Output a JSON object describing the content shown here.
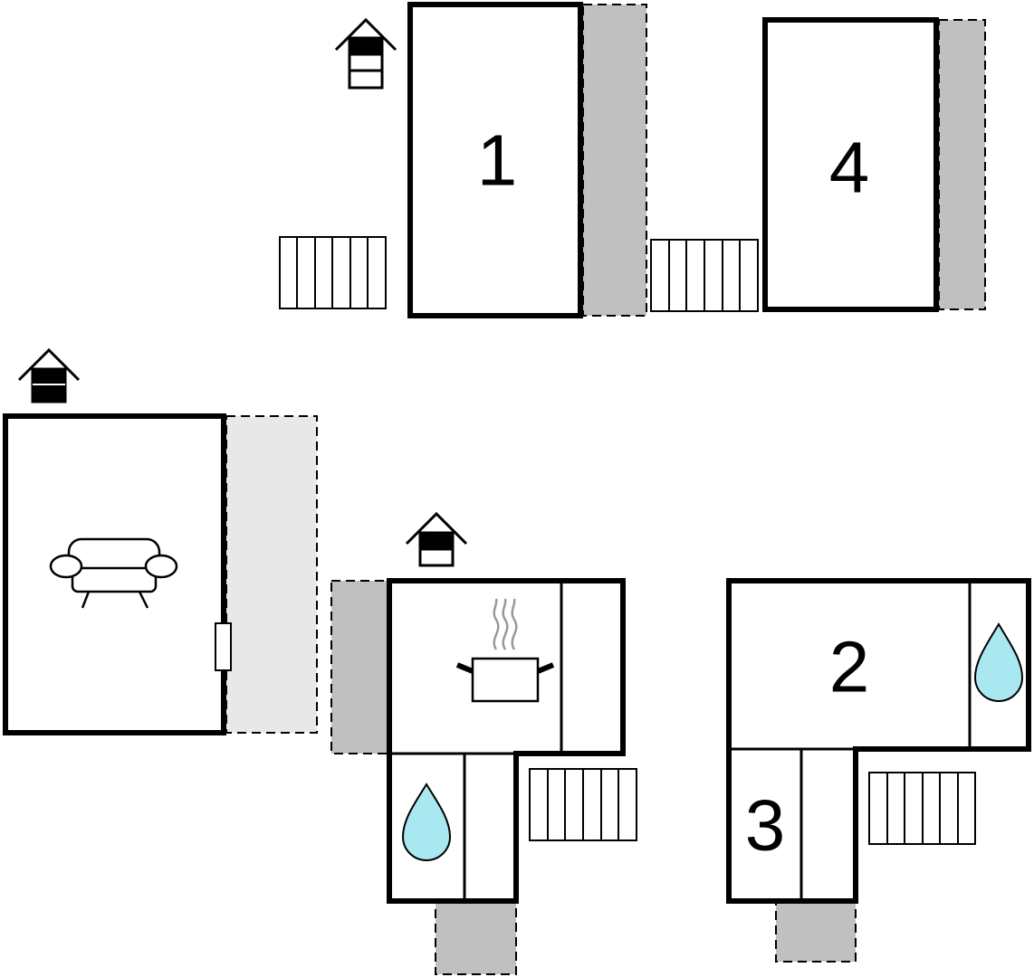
{
  "floorplan": {
    "rooms": [
      {
        "id": "bedroom-1",
        "label": "1"
      },
      {
        "id": "bedroom-4",
        "label": "4"
      },
      {
        "id": "bedroom-2",
        "label": "2"
      },
      {
        "id": "bedroom-3",
        "label": "3"
      }
    ],
    "icons": {
      "house_floor": "house-floor-icon",
      "sofa": "sofa-icon",
      "cooking_pot": "cooking-pot-icon",
      "water_drop": "water-drop-icon",
      "stairs": "stairs-icon"
    },
    "colors": {
      "wall": "#000000",
      "terrace_dark": "#c0c0c0",
      "terrace_light": "#e8e8e8",
      "water": "#a9e8f1"
    }
  }
}
